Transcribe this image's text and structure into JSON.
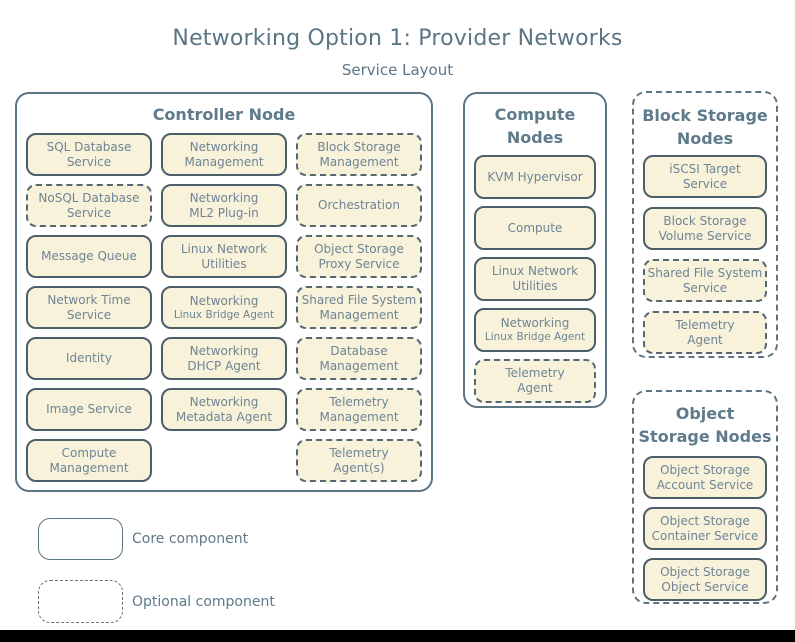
{
  "page": {
    "title": "Networking Option 1: Provider Networks",
    "subtitle": "Service Layout"
  },
  "colors": {
    "background": "#ffffff",
    "service_box_fill": "#f9f2db",
    "service_box_border": "#4c5f69",
    "service_box_text": "#6d8494",
    "container_border": "#5d7482",
    "heading_text": "#5e7a8b",
    "title_text": "#5b7585",
    "bottom_bar": "#000000"
  },
  "legend": {
    "items": [
      {
        "style": "solid",
        "label": "Core component"
      },
      {
        "style": "dashed",
        "label": "Optional component"
      }
    ]
  },
  "groups": [
    {
      "name": "controller-node",
      "title_lines": [
        "Controller Node"
      ],
      "border": "solid",
      "columns": 3,
      "items": [
        {
          "style": "solid",
          "lines": [
            "SQL Database",
            "Service"
          ]
        },
        {
          "style": "solid",
          "lines": [
            "Networking",
            "Management"
          ]
        },
        {
          "style": "dashed",
          "lines": [
            "Block Storage",
            "Management"
          ]
        },
        {
          "style": "dashed",
          "lines": [
            "NoSQL Database",
            "Service"
          ]
        },
        {
          "style": "solid",
          "lines": [
            "Networking",
            "ML2 Plug-in"
          ]
        },
        {
          "style": "dashed",
          "lines": [
            "Orchestration"
          ]
        },
        {
          "style": "solid",
          "lines": [
            "Message Queue"
          ]
        },
        {
          "style": "solid",
          "lines": [
            "Linux Network",
            "Utilities"
          ]
        },
        {
          "style": "dashed",
          "lines": [
            "Object Storage",
            "Proxy Service"
          ]
        },
        {
          "style": "solid",
          "lines": [
            "Network Time",
            "Service"
          ]
        },
        {
          "style": "solid",
          "lines": [
            "Networking"
          ],
          "sublines": [
            "Linux Bridge Agent"
          ]
        },
        {
          "style": "dashed",
          "lines": [
            "Shared File System",
            "Management"
          ]
        },
        {
          "style": "solid",
          "lines": [
            "Identity"
          ]
        },
        {
          "style": "solid",
          "lines": [
            "Networking",
            "DHCP Agent"
          ]
        },
        {
          "style": "dashed",
          "lines": [
            "Database",
            "Management"
          ]
        },
        {
          "style": "solid",
          "lines": [
            "Image Service"
          ]
        },
        {
          "style": "solid",
          "lines": [
            "Networking",
            "Metadata Agent"
          ]
        },
        {
          "style": "dashed",
          "lines": [
            "Telemetry",
            "Management"
          ]
        },
        {
          "style": "solid",
          "lines": [
            "Compute",
            "Management"
          ]
        },
        {
          "style": "empty",
          "lines": []
        },
        {
          "style": "dashed",
          "lines": [
            "Telemetry",
            "Agent(s)"
          ]
        }
      ]
    },
    {
      "name": "compute-nodes",
      "title_lines": [
        "Compute",
        "Nodes"
      ],
      "border": "solid",
      "columns": 1,
      "items": [
        {
          "style": "solid",
          "lines": [
            "KVM Hypervisor"
          ]
        },
        {
          "style": "solid",
          "lines": [
            "Compute"
          ]
        },
        {
          "style": "solid",
          "lines": [
            "Linux Network",
            "Utilities"
          ]
        },
        {
          "style": "solid",
          "lines": [
            "Networking"
          ],
          "sublines": [
            "Linux Bridge Agent"
          ]
        },
        {
          "style": "dashed",
          "lines": [
            "Telemetry",
            "Agent"
          ]
        }
      ]
    },
    {
      "name": "block-storage-nodes",
      "title_lines": [
        "Block Storage",
        "Nodes"
      ],
      "border": "dashed",
      "columns": 1,
      "items": [
        {
          "style": "solid",
          "lines": [
            "iSCSI Target",
            "Service"
          ]
        },
        {
          "style": "solid",
          "lines": [
            "Block Storage",
            "Volume Service"
          ]
        },
        {
          "style": "dashed",
          "lines": [
            "Shared File System",
            "Service"
          ]
        },
        {
          "style": "dashed",
          "lines": [
            "Telemetry",
            "Agent"
          ]
        }
      ]
    },
    {
      "name": "object-storage-nodes",
      "title_lines": [
        "Object",
        "Storage Nodes"
      ],
      "border": "dashed",
      "columns": 1,
      "items": [
        {
          "style": "solid",
          "lines": [
            "Object Storage",
            "Account Service"
          ]
        },
        {
          "style": "solid",
          "lines": [
            "Object Storage",
            "Container Service"
          ]
        },
        {
          "style": "solid",
          "lines": [
            "Object Storage",
            "Object Service"
          ]
        }
      ]
    }
  ]
}
